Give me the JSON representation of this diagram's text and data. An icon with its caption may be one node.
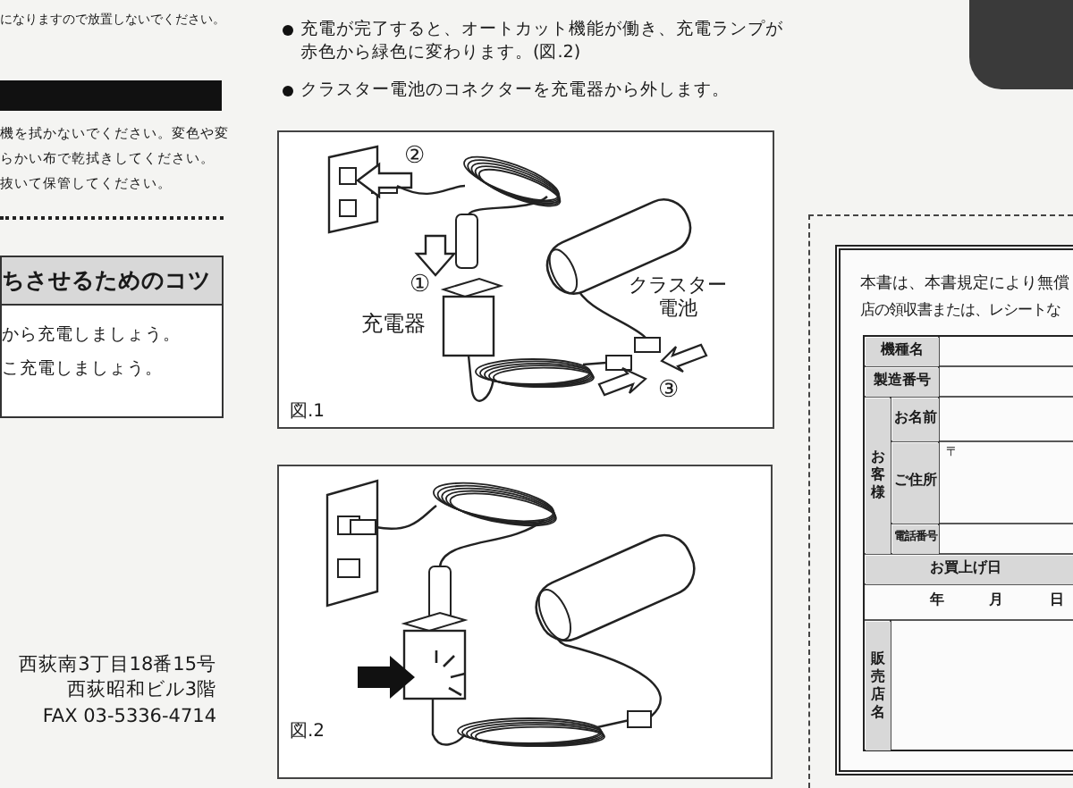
{
  "diagram": {
    "nodes": [
      {
        "text": [],
        "shape": "bar"
      },
      {
        "text": [
          "ちさせるためのコツ",
          "から充電しましょう。",
          "こ充電しましょう。"
        ]
      },
      {
        "text": [
          "図.1"
        ]
      },
      {
        "text": [
          "図.2"
        ]
      }
    ],
    "labels": [
      "になりますので放置しないでください。",
      "充電が完了すると、オートカット機能が働き、充電ランプが赤色から緑色に変わります。(図.2)",
      "クラスター電池のコネクターを充電器から外します。",
      "機を拭かないでください。変色や変",
      "らかい布で乾拭きしてください。",
      "抜いて保管してください。",
      "②",
      "①",
      "充電器",
      "クラスター電池",
      "③",
      "本書は、本書規定により無償",
      "店の領収書または、レシートな",
      "機種名",
      "製造番号",
      "お客様",
      "お名前",
      "ご住所",
      "〒",
      "電話番号",
      "お買上げ日",
      "年",
      "月",
      "日",
      "販売店名",
      "西荻南3丁目18番15号",
      "西荻昭和ビル3階",
      "FAX 03-5336-4714"
    ]
  }
}
